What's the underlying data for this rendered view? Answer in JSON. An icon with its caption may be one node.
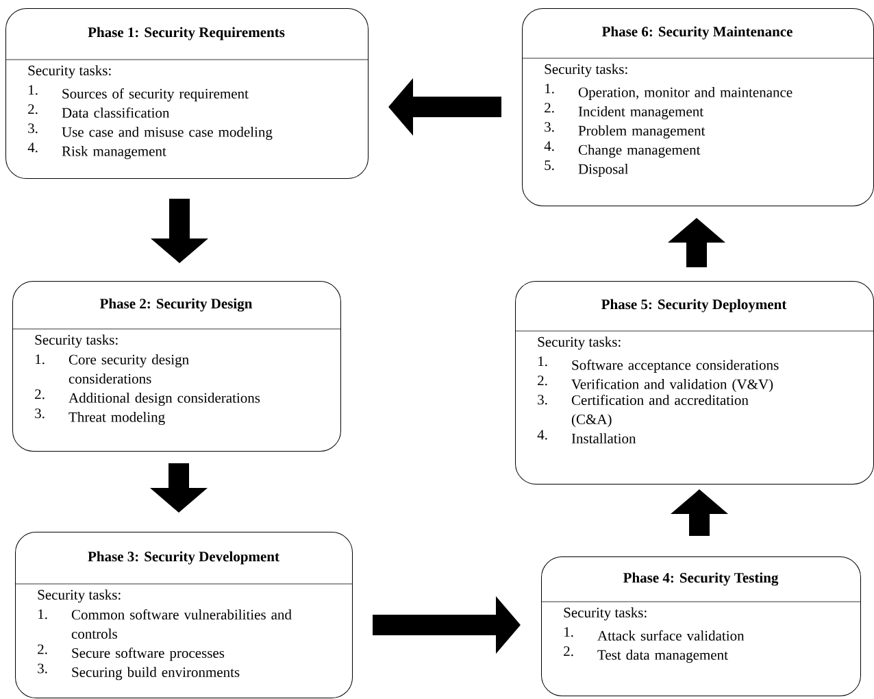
{
  "diagram": {
    "nodes": [
      {
        "text": [
          "Phase 1: Security Requirements",
          "Security tasks:",
          "1.",
          "Sources of security requirement",
          "2.",
          "Data classification",
          "3.",
          "Use case and misuse case modeling",
          "4.",
          "Risk management"
        ]
      },
      {
        "text": [
          "Phase 2: Security Design",
          "Security tasks:",
          "1.",
          "Core security design considerations",
          "2.",
          "Additional design considerations",
          "3.",
          "Threat modeling"
        ]
      },
      {
        "text": [
          "Phase 3: Security Development",
          "Security tasks:",
          "1.",
          "Common software vulnerabilities and controls",
          "2.",
          "Secure software processes",
          "3.",
          "Securing build environments"
        ]
      },
      {
        "text": [
          "Phase 4: Security Testing",
          "Security tasks:",
          "1.",
          "Attack surface validation",
          "2.",
          "Test data management"
        ]
      },
      {
        "text": [
          "Phase 5: Security Deployment",
          "Security tasks:",
          "1.",
          "Software acceptance considerations",
          "2.",
          "Verification and validation (V&V)",
          "3.",
          "Certification and accreditation (C&A)",
          "4.",
          "Installation"
        ]
      },
      {
        "text": [
          "Phase 6: Security Maintenance",
          "Security tasks:",
          "1.",
          "Operation, monitor and maintenance",
          "2.",
          "Incident management",
          "3.",
          "Problem management",
          "4.",
          "Change management",
          "5.",
          "Disposal"
        ]
      }
    ],
    "edges": [
      {
        "from": 0,
        "to": 1,
        "arrow": "to"
      },
      {
        "from": 1,
        "to": 2,
        "arrow": "to"
      },
      {
        "from": 2,
        "to": 3,
        "arrow": "to"
      },
      {
        "from": 3,
        "to": 4,
        "arrow": "to"
      },
      {
        "from": 4,
        "to": 5,
        "arrow": "to"
      },
      {
        "from": 5,
        "to": 0,
        "arrow": "to"
      }
    ]
  }
}
